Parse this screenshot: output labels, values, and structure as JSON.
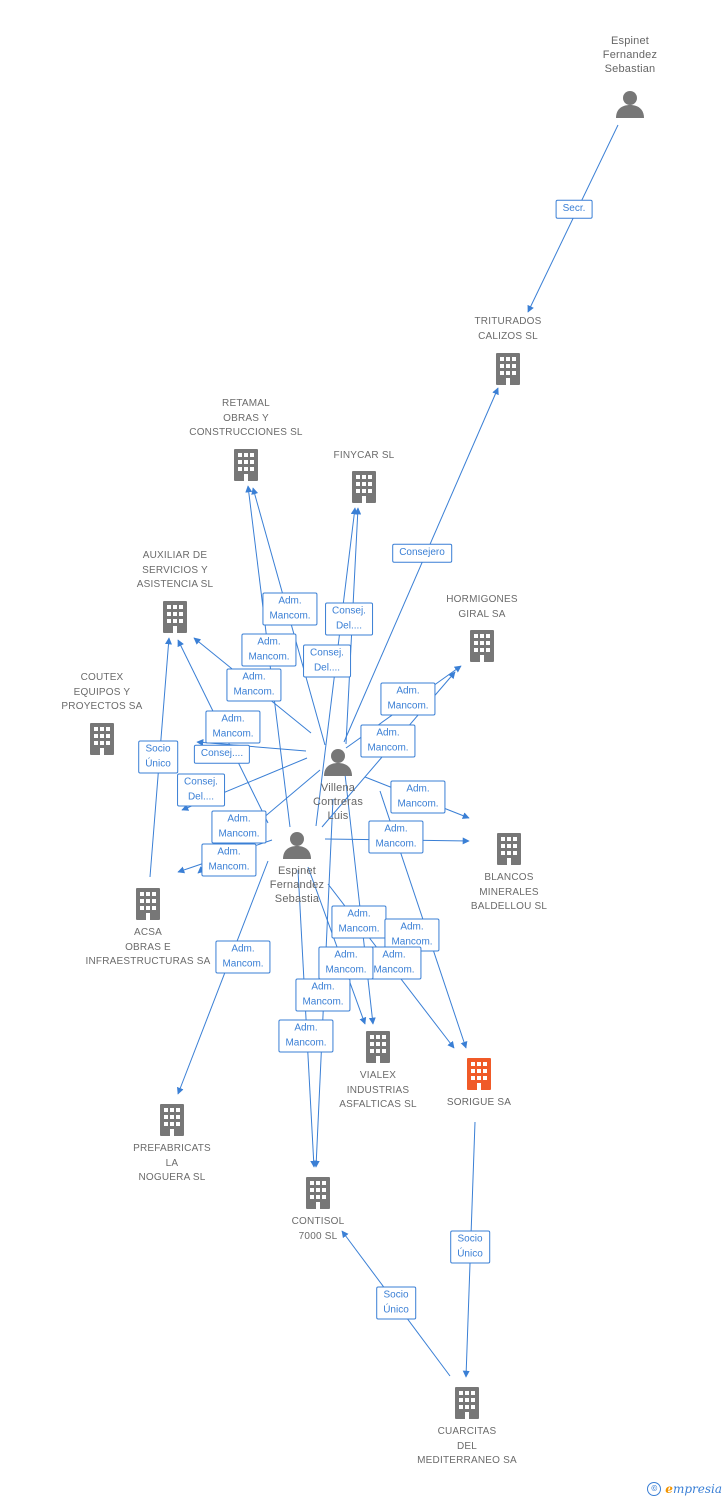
{
  "colors": {
    "edge": "#3a7fd5",
    "icon": "#777777",
    "highlight": "#f05a28",
    "label": "#6b6b6b"
  },
  "nodes": [
    {
      "id": "espinet_top",
      "kind": "person",
      "label": "Espinet\nFernandez\nSebastian"
    },
    {
      "id": "triturados",
      "kind": "company",
      "label": "TRITURADOS\nCALIZOS SL"
    },
    {
      "id": "retamal",
      "kind": "company",
      "label": "RETAMAL\nOBRAS Y\nCONSTRUCCIONES SL"
    },
    {
      "id": "finycar",
      "kind": "company",
      "label": "FINYCAR SL"
    },
    {
      "id": "auxiliar",
      "kind": "company",
      "label": "AUXILIAR DE\nSERVICIOS Y\nASISTENCIA SL"
    },
    {
      "id": "hormigones",
      "kind": "company",
      "label": "HORMIGONES\nGIRAL SA"
    },
    {
      "id": "coutex",
      "kind": "company",
      "label": "COUTEX\nEQUIPOS Y\nPROYECTOS SA"
    },
    {
      "id": "villena",
      "kind": "person",
      "label": "Villena\nContreras\nLuis"
    },
    {
      "id": "espinet_mid",
      "kind": "person",
      "label": "Espinet\nFernandez\nSebastia"
    },
    {
      "id": "blancos",
      "kind": "company",
      "label": "BLANCOS\nMINERALES\nBALDELLOU SL"
    },
    {
      "id": "acsa",
      "kind": "company",
      "label": "ACSA\nOBRAS E\nINFRAESTRUCTURAS SA"
    },
    {
      "id": "vialex",
      "kind": "company",
      "label": "VIALEX\nINDUSTRIAS\nASFALTICAS SL"
    },
    {
      "id": "sorigue",
      "kind": "company",
      "highlight": true,
      "label": "SORIGUE SA"
    },
    {
      "id": "prefabricats",
      "kind": "company",
      "label": "PREFABRICATS\nLA\nNOGUERA SL"
    },
    {
      "id": "contisol",
      "kind": "company",
      "label": "CONTISOL\n7000 SL"
    },
    {
      "id": "cuarcitas",
      "kind": "company",
      "label": "CUARCITAS\nDEL\nMEDITERRANEO SA"
    }
  ],
  "edges": [
    {
      "from": "espinet_top",
      "to": "triturados",
      "label": "Secr."
    },
    {
      "from": "villena",
      "to": "triturados",
      "label": "Consejero"
    },
    {
      "from": "espinet_mid",
      "to": "retamal",
      "label": "Adm.\nMancom."
    },
    {
      "from": "villena",
      "to": "retamal",
      "label": "Adm.\nMancom."
    },
    {
      "from": "villena",
      "to": "finycar",
      "label": "Consej.\nDel...."
    },
    {
      "from": "espinet_mid",
      "to": "finycar",
      "label": "Consej.\nDel...."
    },
    {
      "from": "villena",
      "to": "auxiliar",
      "label": "Adm.\nMancom."
    },
    {
      "from": "espinet_mid",
      "to": "auxiliar",
      "label": "Adm.\nMancom."
    },
    {
      "from": "villena",
      "to": "auxiliar",
      "label": "Consej...."
    },
    {
      "from": "acsa",
      "to": "auxiliar",
      "label": "Socio\nÚnico"
    },
    {
      "from": "villena",
      "to": "hormigones",
      "label": "Adm.\nMancom."
    },
    {
      "from": "espinet_mid",
      "to": "hormigones",
      "label": "Adm.\nMancom."
    },
    {
      "from": "villena",
      "to": "blancos",
      "label": "Adm.\nMancom."
    },
    {
      "from": "espinet_mid",
      "to": "blancos",
      "label": "Adm.\nMancom."
    },
    {
      "from": "villena",
      "to": "acsa",
      "label": "Consej.\nDel...."
    },
    {
      "from": "espinet_mid",
      "to": "acsa",
      "label": "Adm.\nMancom."
    },
    {
      "from": "villena",
      "to": "acsa",
      "label": "Adm.\nMancom."
    },
    {
      "from": "villena",
      "to": "vialex",
      "label": "Adm.\nMancom."
    },
    {
      "from": "espinet_mid",
      "to": "vialex",
      "label": "Adm.\nMancom."
    },
    {
      "from": "villena",
      "to": "sorigue",
      "label": "Adm.\nMancom."
    },
    {
      "from": "espinet_mid",
      "to": "sorigue",
      "label": "Adm.\nMancom."
    },
    {
      "from": "espinet_mid",
      "to": "prefabricats",
      "label": "Adm.\nMancom."
    },
    {
      "from": "villena",
      "to": "contisol",
      "label": "Adm.\nMancom."
    },
    {
      "from": "espinet_mid",
      "to": "contisol",
      "label": "Adm.\nMancom."
    },
    {
      "from": "sorigue",
      "to": "cuarcitas",
      "label": "Socio\nÚnico"
    },
    {
      "from": "cuarcitas",
      "to": "contisol",
      "label": "Socio\nÚnico"
    }
  ],
  "brand": {
    "copyright": "©",
    "name_initial": "e",
    "name_rest": "mpresia"
  }
}
